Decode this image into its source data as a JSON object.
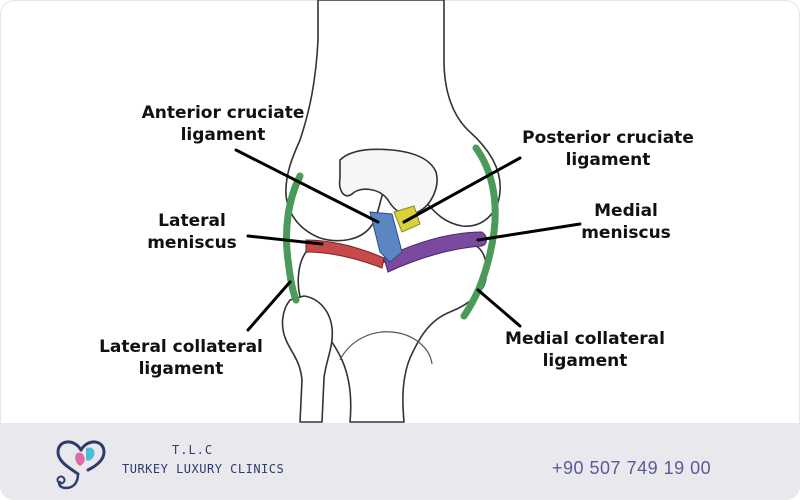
{
  "labels": {
    "anterior_cruciate": [
      "Anterior cruciate",
      "ligament"
    ],
    "posterior_cruciate": [
      "Posterior cruciate",
      "ligament"
    ],
    "lateral_meniscus": [
      "Lateral",
      "meniscus"
    ],
    "medial_meniscus": [
      "Medial",
      "meniscus"
    ],
    "lateral_collateral": [
      "Lateral collateral",
      "ligament"
    ],
    "medial_collateral": [
      "Medial collateral",
      "ligament"
    ]
  },
  "footer": {
    "brand_short": "T.L.C",
    "brand_name": "TURKEY LUXURY CLINICS",
    "phone": "+90 507 749 19 00"
  },
  "colors": {
    "collateral_ligament": "#4a9a5a",
    "lateral_meniscus": "#c64a4a",
    "medial_meniscus": "#7a4aa0",
    "anterior_cruciate": "#5b86c4",
    "posterior_cruciate": "#d8d23a",
    "footer_bg": "#e8e8ed",
    "brand": "#2f3b6e"
  },
  "icons": [
    "tlc-logo-heart-stethoscope-icon"
  ]
}
